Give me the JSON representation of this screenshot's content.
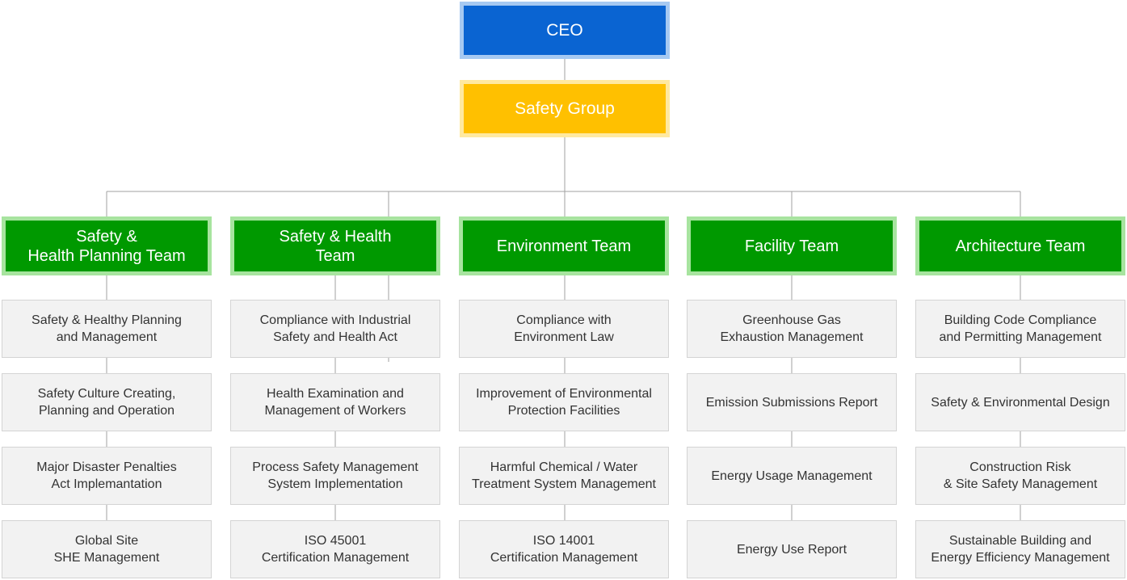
{
  "ceo": "CEO",
  "safety_group": "Safety Group",
  "teams": [
    {
      "name": "Safety &\nHealth Planning Team",
      "tasks": [
        "Safety & Healthy Planning\nand Management",
        "Safety Culture Creating,\nPlanning and Operation",
        "Major Disaster Penalties\nAct Implemantation",
        "Global Site\nSHE Management"
      ]
    },
    {
      "name": "Safety & Health\nTeam",
      "tasks": [
        "Compliance with Industrial\nSafety and Health Act",
        "Health Examination and\nManagement of Workers",
        "Process Safety Management\nSystem Implementation",
        "ISO 45001\nCertification Management"
      ]
    },
    {
      "name": "Environment Team",
      "tasks": [
        "Compliance with\nEnvironment Law",
        "Improvement of Environmental\nProtection Facilities",
        "Harmful Chemical / Water\nTreatment System Management",
        "ISO 14001\nCertification Management"
      ]
    },
    {
      "name": "Facility Team",
      "tasks": [
        "Greenhouse Gas\nExhaustion Management",
        "Emission Submissions Report",
        "Energy Usage Management",
        "Energy Use Report"
      ]
    },
    {
      "name": "Architecture Team",
      "tasks": [
        "Building Code Compliance\nand Permitting Management",
        "Safety & Environmental Design",
        "Construction Risk\n& Site Safety Management",
        "Sustainable Building and\nEnergy Efficiency Management"
      ]
    }
  ],
  "colors": {
    "ceo": "#0a64d2",
    "safety_group": "#ffc000",
    "team": "#009900",
    "task": "#f2f2f2",
    "connector": "#a0a0a0"
  }
}
